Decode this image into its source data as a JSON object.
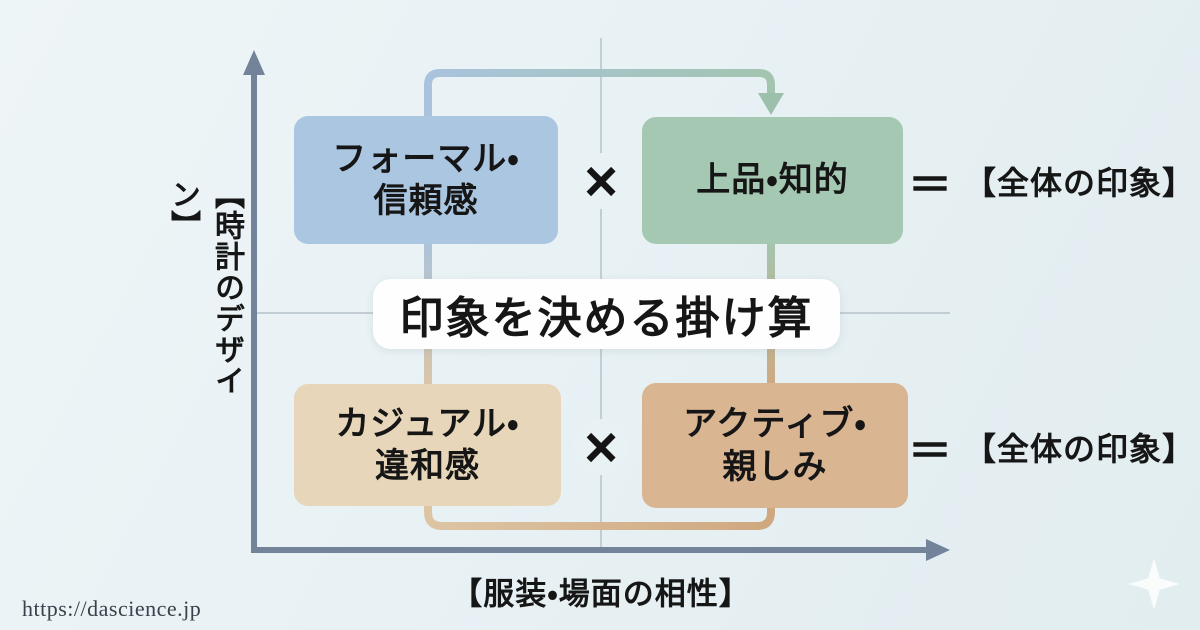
{
  "title": {
    "text": "印象を決める掛け算"
  },
  "axes": {
    "y_label": "【時計のデザイン】",
    "x_label": "【服装・場面の相性】"
  },
  "equation_top": {
    "factor1_line1": "フォーマル・",
    "factor1_line2": "信頼感",
    "multiply": "×",
    "factor2": "上品・知的",
    "equals": "＝",
    "result": "【全体の印象】"
  },
  "equation_bottom": {
    "factor1_line1": "カジュアル・",
    "factor1_line2": "違和感",
    "multiply": "×",
    "factor2_line1": "アクティブ・",
    "factor2_line2": "親しみ",
    "equals": "＝",
    "result": "【全体の印象】"
  },
  "footer": {
    "url": "https://dascience.jp"
  },
  "icons": {
    "sparkle": "four-pointed-star"
  },
  "colors": {
    "background": "#e8f1f4",
    "box_top_left": "#abc6e0",
    "box_top_right": "#a5c8b2",
    "box_bottom_left": "#e7d6ba",
    "box_bottom_right": "#d9b592",
    "connector_blue": "#a9c3dd",
    "connector_green": "#a3c5b0",
    "connector_tan_light": "#ddc5a4",
    "connector_tan_dark": "#cfa87f",
    "arrowhead": "#9cc0ab",
    "axis": "#72839a",
    "gridline": "#c3ced4",
    "pill": "#fefefe"
  }
}
